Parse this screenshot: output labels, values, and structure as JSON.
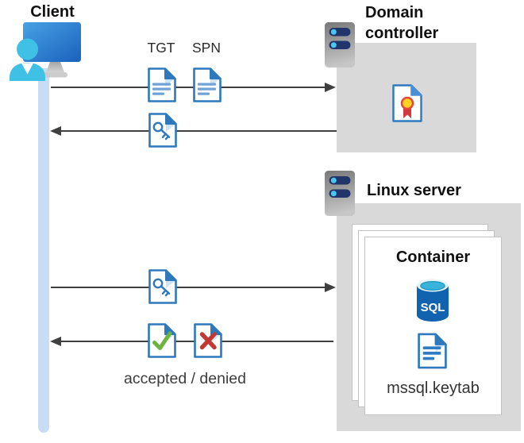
{
  "labels": {
    "client": "Client",
    "tgt": "TGT",
    "spn": "SPN",
    "domain_controller": "Domain controller",
    "linux_server": "Linux server",
    "container": "Container",
    "mssql_keytab": "mssql.keytab",
    "accepted_denied": "accepted / denied"
  },
  "icons": {
    "client": "client-user-monitor-icon",
    "domain_controller_server": "server-icon",
    "linux_server": "server-icon",
    "tgt_document": "document-lines-icon",
    "spn_document": "document-lines-icon",
    "service_ticket_document": "document-key-icon",
    "certificate": "certificate-icon",
    "sql_database": "sql-database-icon",
    "keytab_document": "document-lines-icon",
    "accepted_document": "document-check-icon",
    "denied_document": "document-x-icon"
  },
  "colors": {
    "doc_border_blue": "#2e78bd",
    "doc_line_blue": "#6fa3d8",
    "person_cyan": "#3fc0e5",
    "monitor_blue": "#1a61bd",
    "box_gray": "#d9d9d9",
    "arrow_gray": "#3f3f3f",
    "lifeline_blue": "#c7ddf4",
    "check_green": "#6cb33f",
    "x_red": "#c03a33",
    "sql_body_blue": "#1162af",
    "sql_top_cyan": "#38b4da",
    "server_bar_navy": "#22356b",
    "server_dot_cyan": "#47c7f1",
    "cert_seal_yellow": "#ffd21f",
    "cert_ribbon_red": "#d2393f"
  }
}
